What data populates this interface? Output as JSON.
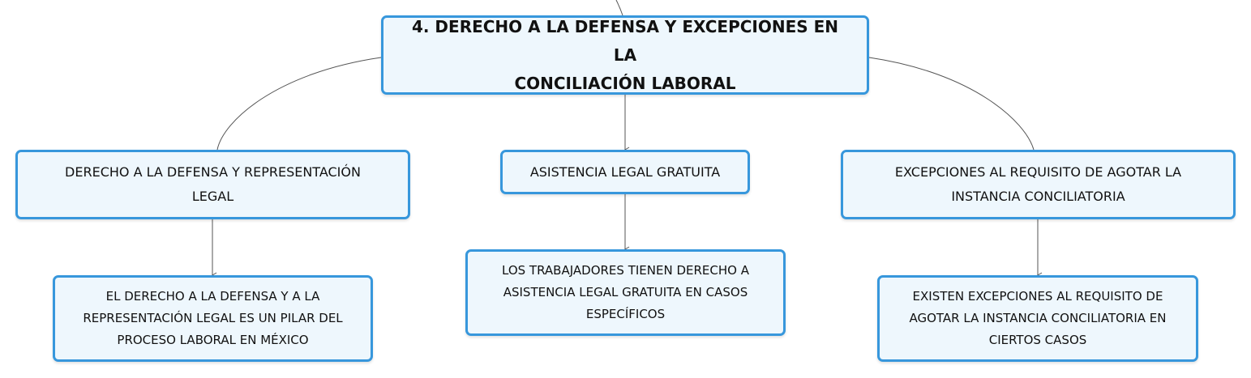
{
  "theme": {
    "node_fill": "#eef7fd",
    "node_border": "#3797dc",
    "connector": "#555555",
    "text": "#111111"
  },
  "root": {
    "title_line1": "4. DERECHO A LA DEFENSA Y EXCEPCIONES EN LA",
    "title_line2": "CONCILIACIÓN LABORAL"
  },
  "branches": [
    {
      "label_line1": "DERECHO A LA DEFENSA Y REPRESENTACIÓN",
      "label_line2": "LEGAL",
      "detail_line1": "EL DERECHO A LA DEFENSA Y A LA",
      "detail_line2": "REPRESENTACIÓN LEGAL ES UN PILAR DEL",
      "detail_line3": "PROCESO LABORAL EN MÉXICO"
    },
    {
      "label_line1": "ASISTENCIA LEGAL GRATUITA",
      "detail_line1": "LOS TRABAJADORES TIENEN DERECHO A",
      "detail_line2": "ASISTENCIA LEGAL GRATUITA EN CASOS",
      "detail_line3": "ESPECÍFICOS"
    },
    {
      "label_line1": "EXCEPCIONES AL REQUISITO DE AGOTAR LA",
      "label_line2": "INSTANCIA CONCILIATORIA",
      "detail_line1": "EXISTEN EXCEPCIONES AL REQUISITO DE",
      "detail_line2": "AGOTAR LA INSTANCIA CONCILIATORIA EN",
      "detail_line3": "CIERTOS CASOS"
    }
  ]
}
